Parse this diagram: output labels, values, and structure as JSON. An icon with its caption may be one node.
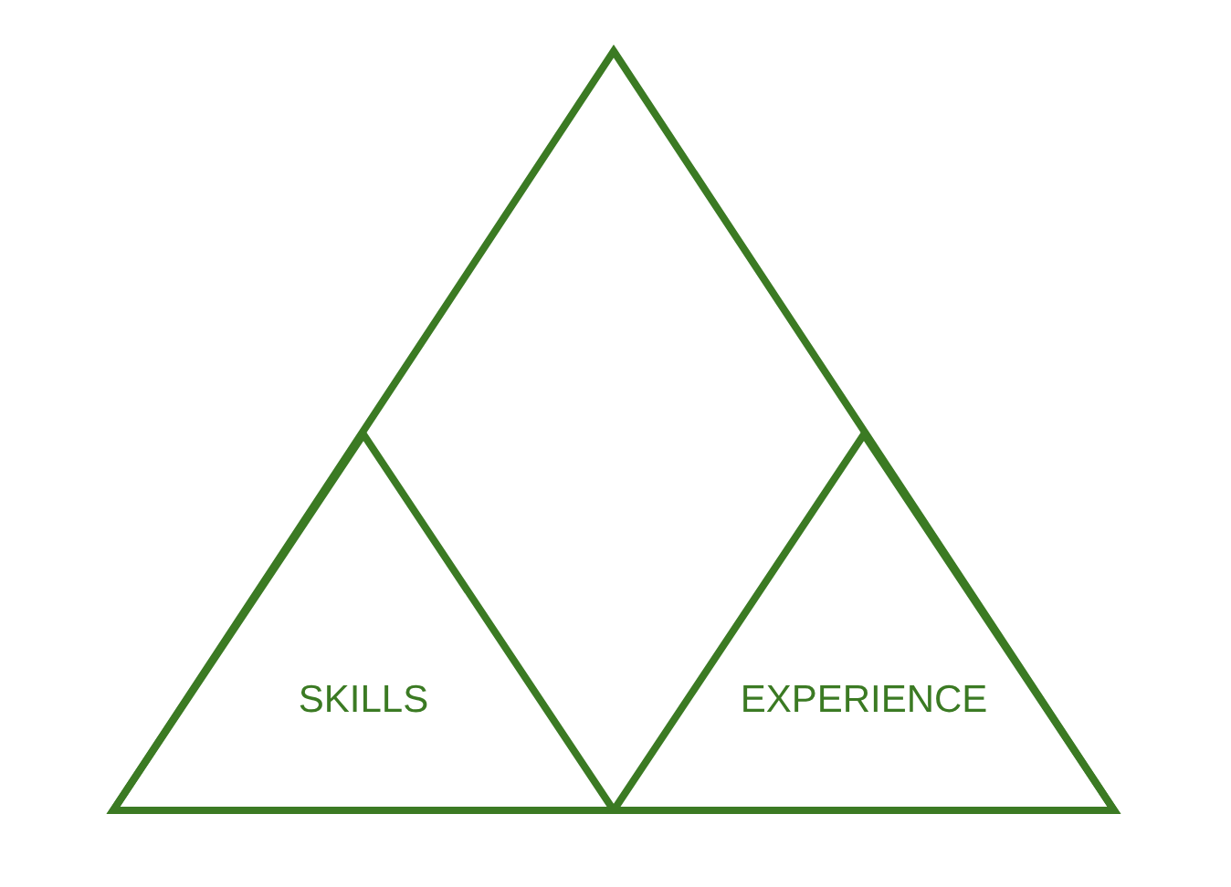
{
  "diagram": {
    "nodes": [
      {
        "text": [],
        "shape": "triangle"
      },
      {
        "text": [
          "SKILLS"
        ],
        "in": 0
      },
      {
        "text": [
          "EXPERIENCE"
        ],
        "in": 0
      }
    ]
  }
}
